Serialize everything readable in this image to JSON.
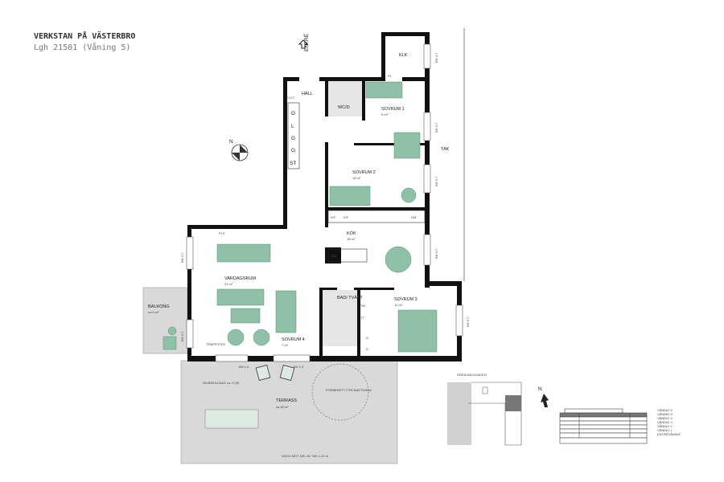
{
  "header": {
    "title": "VERKSTAN PÅ VÄSTERBRO",
    "subtitle": "Lgh 21501 (Våning 5)"
  },
  "plan": {
    "entrance": "ENTRÉ",
    "rooms": {
      "hall": "HALL",
      "wcd": "WC/D",
      "klk": "KLK",
      "sovrum1": {
        "name": "SOVRUM 1",
        "area": "9 m²"
      },
      "sovrum2": {
        "name": "SOVRUM 2",
        "area": "14 m²"
      },
      "kok": {
        "name": "KÖK",
        "area": "18 m²"
      },
      "vardagsrum": {
        "name": "VARDAGSRUM",
        "area": "31 m²"
      },
      "sovrum3": {
        "name": "SOVRUM 3",
        "area": "12 m²"
      },
      "sovrum4": {
        "name": "SOVRUM 4",
        "area": "7 m²"
      },
      "bad": "BAD/\nTVÄTT",
      "balkong": {
        "name": "BALKONG",
        "area": "ca 6 m²"
      },
      "terrass": {
        "name": "TERRASS",
        "area": "ca 48 m²"
      },
      "tak": "TAK"
    },
    "closets": [
      "G",
      "L",
      "G",
      "G",
      "ST"
    ],
    "kitchen_labels": [
      "K/F",
      "K/F",
      "DM",
      "U/M"
    ],
    "bath_labels": [
      "TM",
      "TT"
    ],
    "closets_s3": [
      "G",
      "G"
    ],
    "window_labels": {
      "bh07": "BH 0.7",
      "bh10": "BH 1.0"
    },
    "misc": {
      "ftv": "FTV",
      "elcent": "ELCT",
      "trappsteg": "TRAPPSTEG",
      "nivaskillnad": "NIVÅSKILLNAD\nca +0,35",
      "bastu": "FÖRBERETT\nFÖR BADTUNNA",
      "vagg": "VÄGG MOT DEL AV TAK\n1,15 m",
      "pl": "PL"
    },
    "north": "N"
  },
  "keymap": {
    "street": "ÖRESUNDSVÄGEN",
    "north": "N"
  },
  "elevation": {
    "floors": [
      "VÅNING 6",
      "VÅNING 5",
      "VÅNING 4",
      "VÅNING 3",
      "VÅNING 2",
      "VÅNING 1",
      "ENTRÉVÅNING"
    ],
    "highlighted": "VÅNING 5"
  },
  "colors": {
    "furniture": "#8fc1a9",
    "outdoor": "#d9d9d9",
    "wall": "#111111",
    "highlight": "#777777"
  }
}
